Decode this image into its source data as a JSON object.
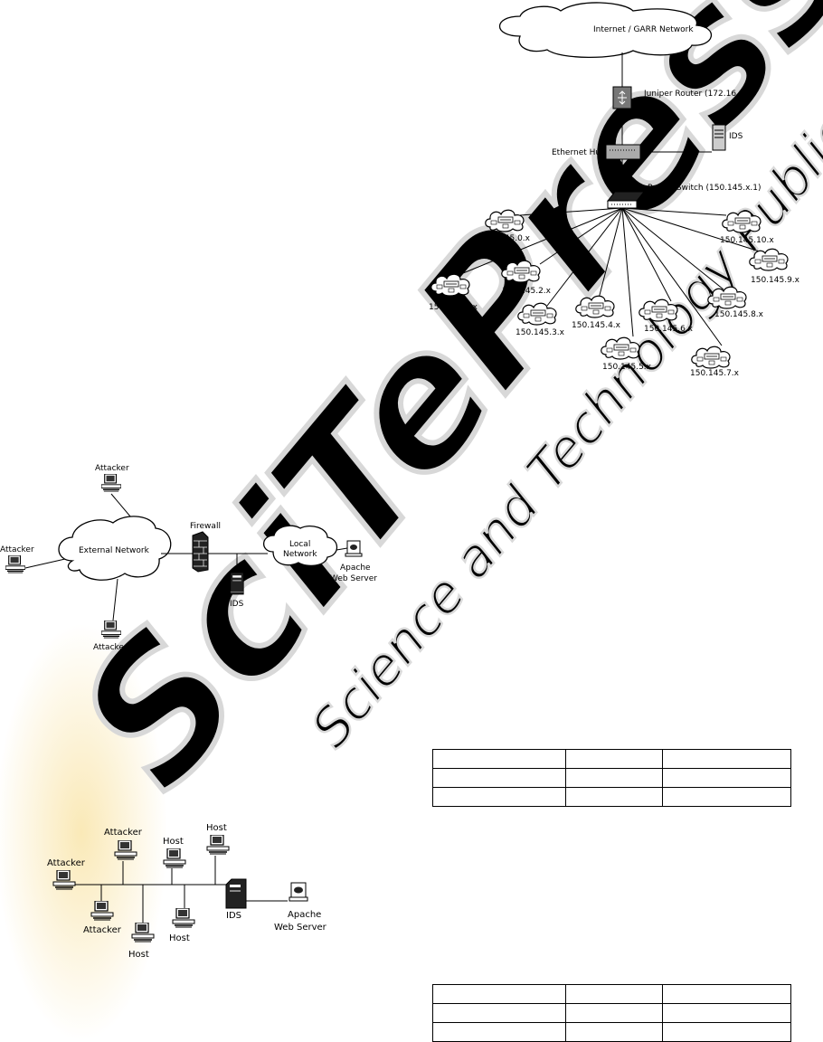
{
  "diagram_top": {
    "internet": "Internet / GARR Network",
    "router": "Juniper Router (172.16.1.1)",
    "hub": "Ethernet Hub",
    "ids": "IDS",
    "switch": "Rapier Switch (150.145.x.1)",
    "subnets": [
      "150.145.0.x",
      "150.145.1.x",
      "150.145.2.x",
      "150.145.3.x",
      "150.145.4.x",
      "150.145.5.x",
      "150.145.6.x",
      "150.145.7.x",
      "150.145.8.x",
      "150.145.9.x",
      "150.145.10.x"
    ]
  },
  "diagram_mid": {
    "attackers": [
      "Attacker",
      "Attacker",
      "Attacker"
    ],
    "external": "External Network",
    "firewall": "Firewall",
    "local_1": "Local",
    "local_2": "Network",
    "ids": "IDS",
    "apache_1": "Apache",
    "apache_2": "Web Server"
  },
  "diagram_bottom": {
    "attackers": [
      "Attacker",
      "Attacker",
      "Attacker"
    ],
    "hosts": [
      "Host",
      "Host",
      "Host",
      "Host"
    ],
    "ids": "IDS",
    "apache_1": "Apache",
    "apache_2": "Web Server"
  },
  "watermark": {
    "main": "SciTePress",
    "sub": "Science and Technology Publications"
  }
}
